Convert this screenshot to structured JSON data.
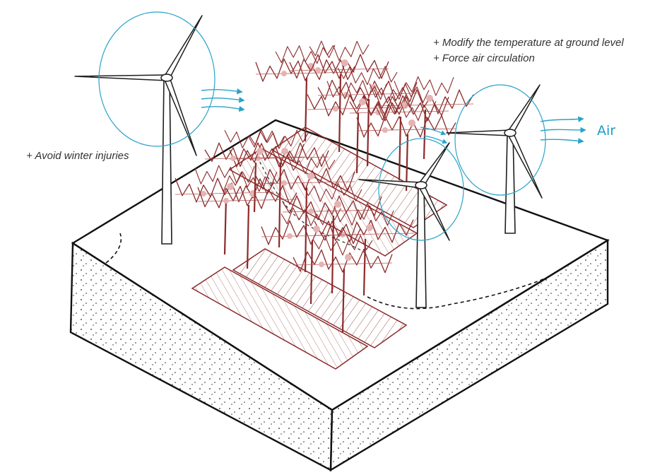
{
  "annotations": {
    "line1": "+ Modify the temperature at ground level",
    "line2": "+ Force air circulation",
    "winter": "+ Avoid winter injuries",
    "air": "Air"
  },
  "colors": {
    "outline": "#111111",
    "vine": "#8b2a2a",
    "vine_light": "#b35a5a",
    "blossom": "#e6b3b3",
    "air_flow": "#2aa3c9",
    "turbine": "#1e1e1e"
  },
  "icons": [
    "wind-turbine-icon",
    "vine-row-icon",
    "air-flow-arrow-icon"
  ]
}
